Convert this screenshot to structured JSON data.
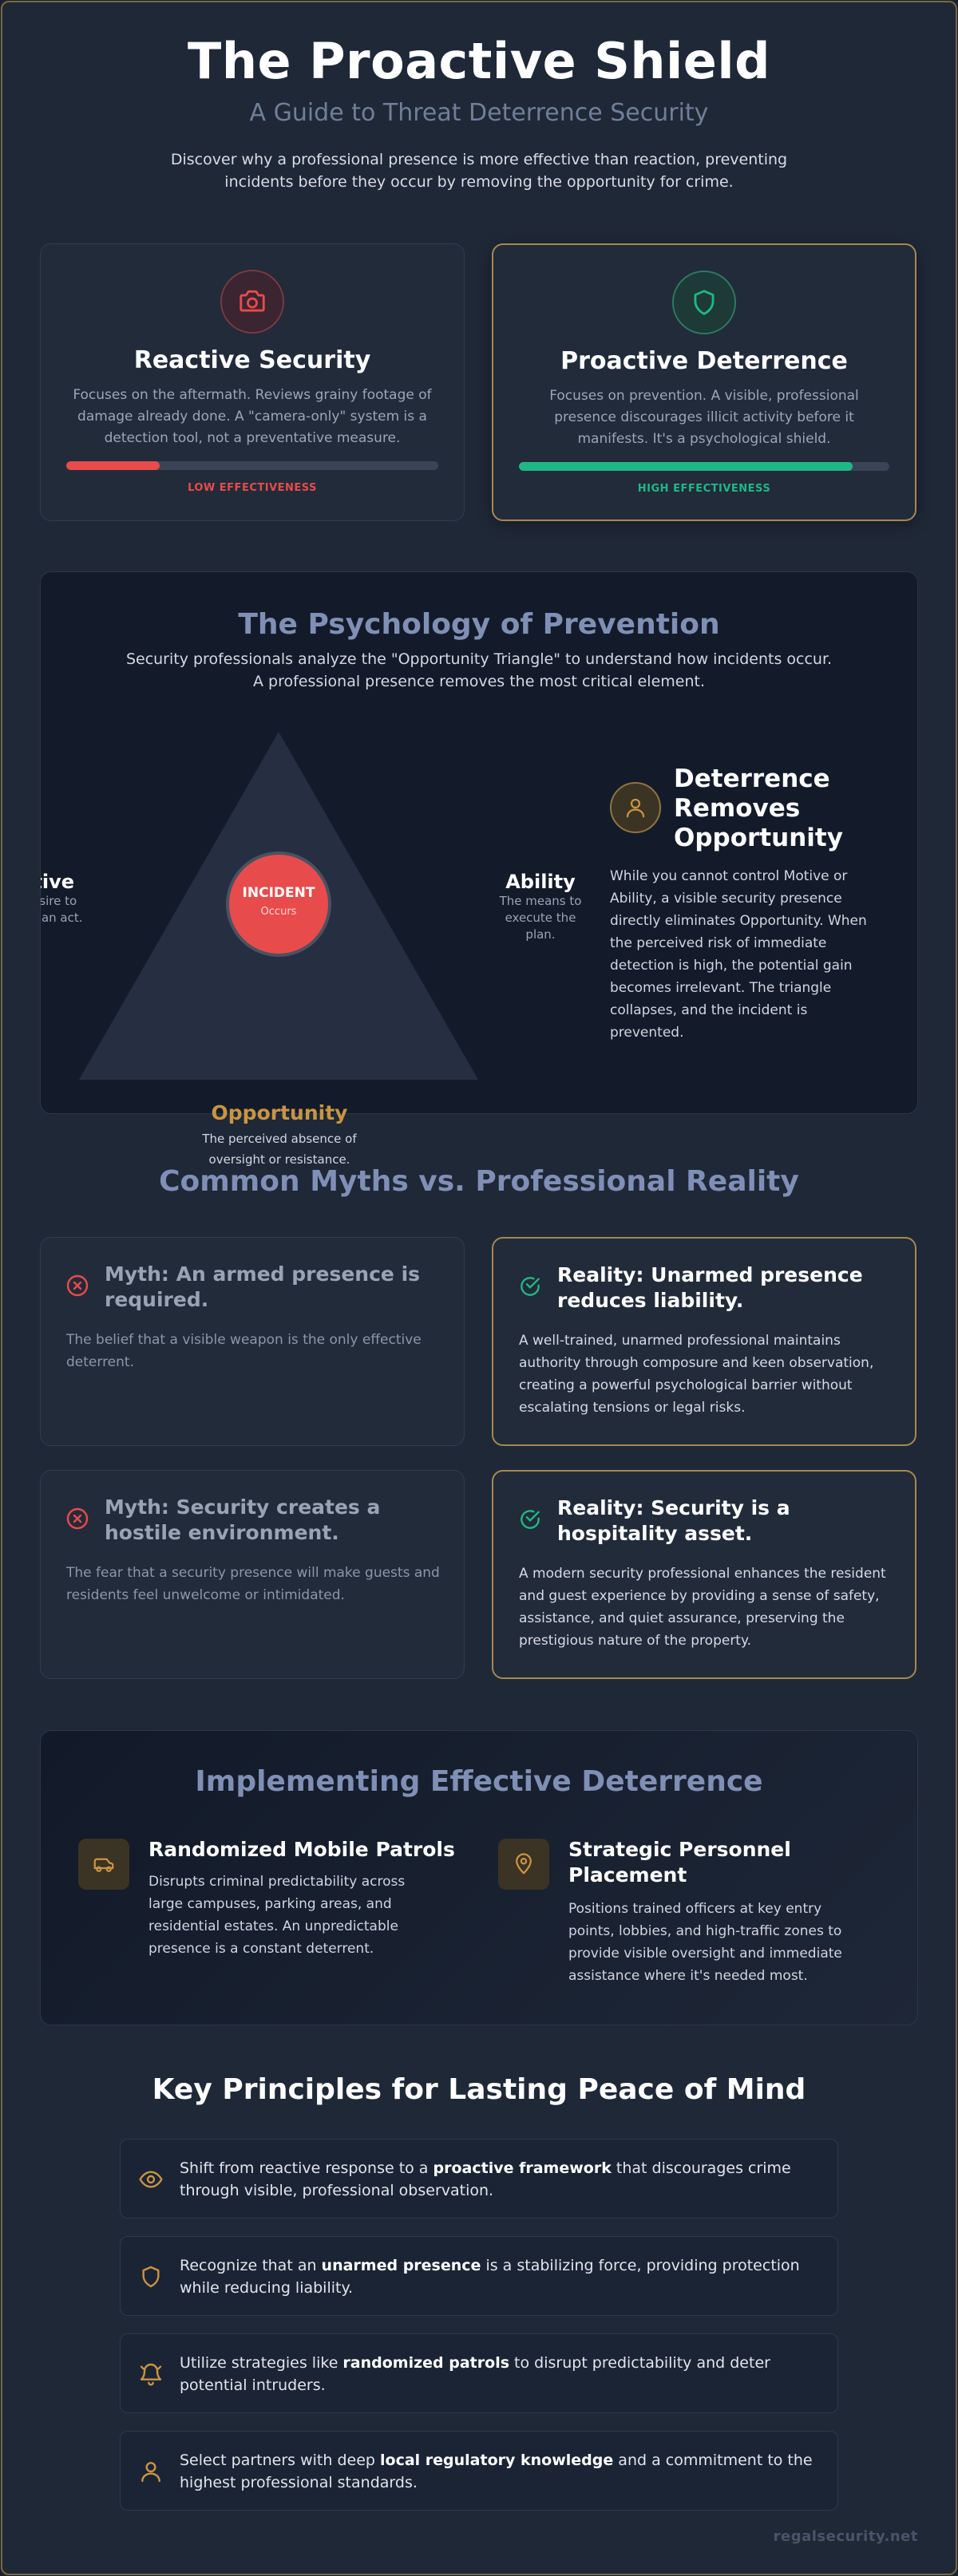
{
  "header": {
    "title": "The Proactive Shield",
    "subtitle": "A Guide to Threat Deterrence Security",
    "intro": "Discover why a professional presence is more effective than reaction, preventing incidents before they occur by removing the opportunity for crime."
  },
  "comparison": {
    "reactive": {
      "icon": "camera-icon",
      "title": "Reactive Security",
      "description": "Focuses on the aftermath. Reviews grainy footage of damage already done. A \"camera-only\" system is a detection tool, not a preventative measure.",
      "effectiveness": 0.25,
      "effectiveness_label": "LOW EFFECTIVENESS",
      "color": "#e84b4b"
    },
    "proactive": {
      "icon": "shield-icon",
      "title": "Proactive Deterrence",
      "description": "Focuses on prevention. A visible, professional presence discourages illicit activity before it manifests. It's a psychological shield.",
      "effectiveness": 0.9,
      "effectiveness_label": "HIGH EFFECTIVENESS",
      "color": "#1fb885"
    }
  },
  "psychology": {
    "title": "The Psychology of Prevention",
    "intro": "Security professionals analyze the \"Opportunity Triangle\" to understand how incidents occur. A professional presence removes the most critical element.",
    "triangle": {
      "center_title": "INCIDENT",
      "center_sub": "Occurs",
      "motive_label": "Motive",
      "motive_desc": "The desire to commit an act.",
      "ability_label": "Ability",
      "ability_desc": "The means to execute the plan.",
      "opportunity_label": "Opportunity",
      "opportunity_desc": "The perceived absence of oversight or resistance."
    },
    "deterrence": {
      "icon": "user-icon",
      "title": "Deterrence Removes Opportunity",
      "text": "While you cannot control Motive or Ability, a visible security presence directly eliminates Opportunity. When the perceived risk of immediate detection is high, the potential gain becomes irrelevant. The triangle collapses, and the incident is prevented."
    }
  },
  "myths": {
    "title": "Common Myths vs. Professional Reality",
    "rows": [
      {
        "myth": {
          "icon": "x-circle-icon",
          "head": "Myth: An armed presence is required.",
          "body": "The belief that a visible weapon is the only effective deterrent."
        },
        "reality": {
          "icon": "check-circle-icon",
          "head": "Reality: Unarmed presence reduces liability.",
          "body": "A well-trained, unarmed professional maintains authority through composure and keen observation, creating a powerful psychological barrier without escalating tensions or legal risks."
        }
      },
      {
        "myth": {
          "icon": "x-circle-icon",
          "head": "Myth: Security creates a hostile environment.",
          "body": "The fear that a security presence will make guests and residents feel unwelcome or intimidated."
        },
        "reality": {
          "icon": "check-circle-icon",
          "head": "Reality: Security is a hospitality asset.",
          "body": "A modern security professional enhances the resident and guest experience by providing a sense of safety, assistance, and quiet assurance, preserving the prestigious nature of the property."
        }
      }
    ]
  },
  "implementing": {
    "title": "Implementing Effective Deterrence",
    "items": [
      {
        "icon": "vehicle-icon",
        "head": "Randomized Mobile Patrols",
        "text": "Disrupts criminal predictability across large campuses, parking areas, and residential estates. An unpredictable presence is a constant deterrent."
      },
      {
        "icon": "map-pin-icon",
        "head": "Strategic Personnel Placement",
        "text": "Positions trained officers at key entry points, lobbies, and high-traffic zones to provide visible oversight and immediate assistance where it's needed most."
      }
    ]
  },
  "principles": {
    "title": "Key Principles for Lasting Peace of Mind",
    "items": [
      {
        "icon": "eye-icon",
        "before": "Shift from reactive response to a ",
        "bold": "proactive framework",
        "after": " that discourages crime through visible, professional observation."
      },
      {
        "icon": "shield-icon",
        "before": "Recognize that an ",
        "bold": "unarmed presence",
        "after": " is a stabilizing force, providing protection while reducing liability."
      },
      {
        "icon": "bell-icon",
        "before": "Utilize strategies like ",
        "bold": "randomized patrols",
        "after": " to disrupt predictability and deter potential intruders."
      },
      {
        "icon": "user-icon",
        "before": "Select partners with deep ",
        "bold": "local regulatory knowledge",
        "after": " and a commitment to the highest professional standards."
      }
    ]
  },
  "footer": {
    "site": "regalsecurity.net"
  },
  "colors": {
    "gold": "#c99543",
    "red": "#e84b4b",
    "green": "#1fb885",
    "title_blue": "#7f8fb5"
  }
}
